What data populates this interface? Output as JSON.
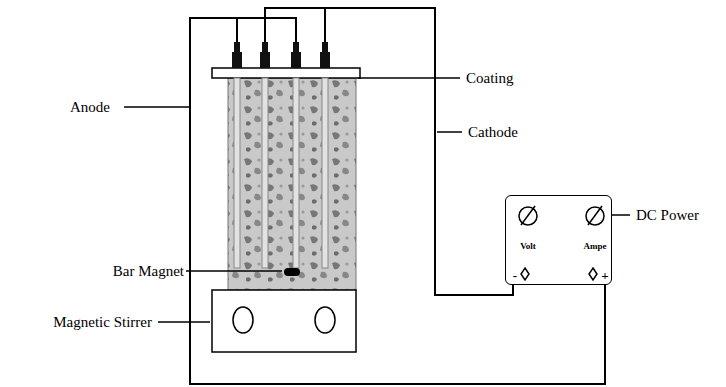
{
  "diagram": {
    "nodes": [
      {
        "text": [
          "Volt",
          "Ampe",
          "-",
          "+"
        ]
      }
    ],
    "labels": [
      "Anode",
      "Coating",
      "Cathode",
      "Bar Magnet",
      "Magnetic Stirrer",
      "DC Power"
    ]
  }
}
